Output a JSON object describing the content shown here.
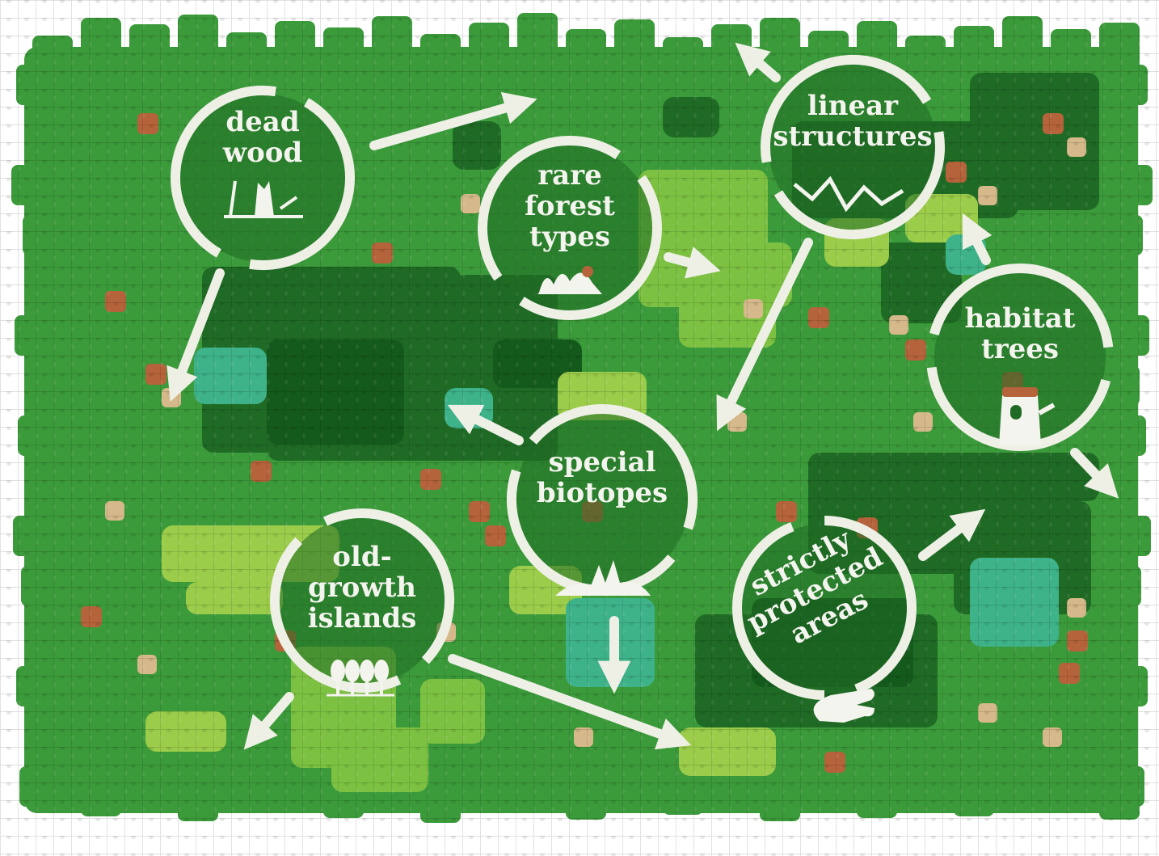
{
  "colors": {
    "base": "#3b9a3a",
    "dark": "#1f6b25",
    "darker": "#145a1c",
    "light": "#7cc142",
    "lime": "#9bcc4a",
    "teal": "#3eb38a",
    "brown": "#b5633a",
    "tan": "#d6b98a",
    "white": "#f4f4ee"
  },
  "nodes": [
    {
      "id": "dead-wood",
      "label_lines": [
        "dead",
        "wood"
      ],
      "icon": "dead-tree-stump-icon"
    },
    {
      "id": "rare-forest-types",
      "label_lines": [
        "rare",
        "forest",
        "types"
      ],
      "icon": "forest-plants-icon"
    },
    {
      "id": "linear-structures",
      "label_lines": [
        "linear",
        "structures"
      ],
      "icon": "zigzag-line-icon"
    },
    {
      "id": "habitat-trees",
      "label_lines": [
        "habitat",
        "trees"
      ],
      "icon": "habitat-tree-trunk-icon"
    },
    {
      "id": "special-biotopes",
      "label_lines": [
        "special",
        "biotopes"
      ],
      "icon": "biotope-landscape-icon"
    },
    {
      "id": "old-growth-islands",
      "label_lines": [
        "old-",
        "growth",
        "islands"
      ],
      "icon": "tree-cluster-icon"
    },
    {
      "id": "strictly-protected-areas",
      "label_lines": [
        "strictly",
        "protected",
        "areas"
      ],
      "icon": "protecting-hand-icon"
    }
  ]
}
